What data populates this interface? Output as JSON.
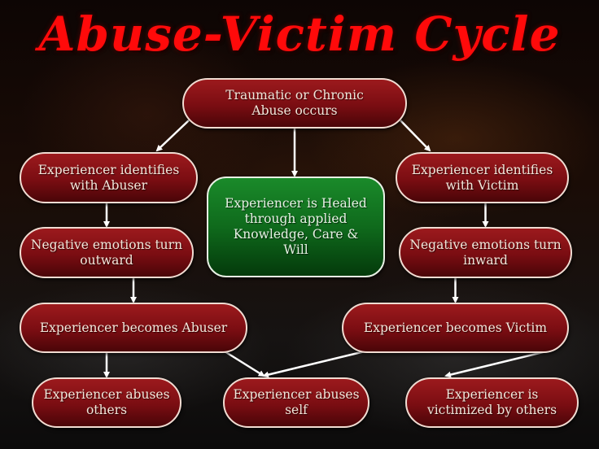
{
  "title": "Abuse-Victim Cycle",
  "colors": {
    "title": "#ff0a0a",
    "node_fill": "#7a0d12",
    "healed_fill": "#0f6a1c",
    "border": "#f1dcd2",
    "text": "#f3e6da",
    "arrow": "#ffffff"
  },
  "nodes": {
    "start": "Traumatic or Chronic Abuse occurs",
    "identify_abuser": "Experiencer identifies with Abuser",
    "identify_victim": "Experiencer identifies with Victim",
    "healed": "Experiencer is Healed through applied Knowledge, Care & Will",
    "outward": "Negative emotions turn outward",
    "inward": "Negative emotions turn inward",
    "becomes_abuser": "Experiencer becomes Abuser",
    "becomes_victim": "Experiencer becomes Victim",
    "abuses_others": "Experiencer abuses others",
    "abuses_self": "Experiencer abuses self",
    "victimized": "Experiencer is victimized by others"
  },
  "edges": [
    {
      "from": "start",
      "to": "identify_abuser"
    },
    {
      "from": "start",
      "to": "healed"
    },
    {
      "from": "start",
      "to": "identify_victim"
    },
    {
      "from": "identify_abuser",
      "to": "outward"
    },
    {
      "from": "identify_victim",
      "to": "inward"
    },
    {
      "from": "outward",
      "to": "becomes_abuser"
    },
    {
      "from": "inward",
      "to": "becomes_victim"
    },
    {
      "from": "becomes_abuser",
      "to": "abuses_others"
    },
    {
      "from": "becomes_abuser",
      "to": "abuses_self"
    },
    {
      "from": "becomes_victim",
      "to": "abuses_self"
    },
    {
      "from": "becomes_victim",
      "to": "victimized"
    }
  ]
}
